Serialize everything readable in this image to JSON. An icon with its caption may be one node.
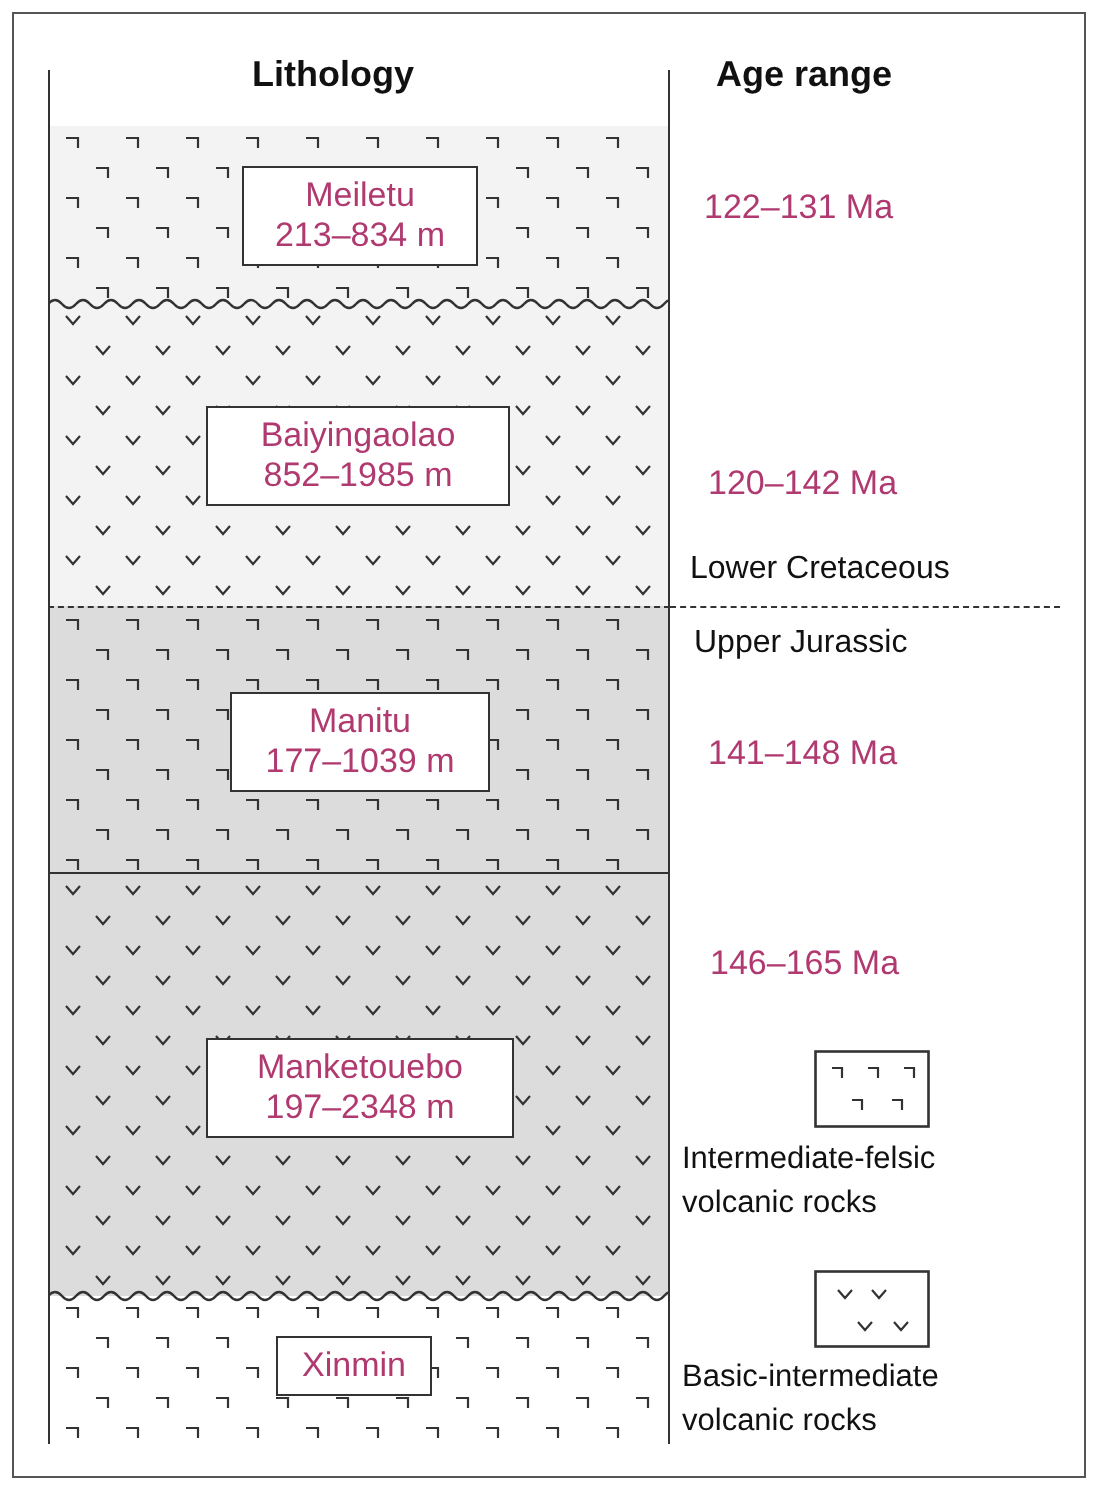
{
  "diagram": {
    "nodes": [
      {
        "text": [],
        "shape": "band"
      },
      {
        "text": [
          "Meiletu",
          "213–834 m"
        ],
        "in": 0
      },
      {
        "text": [],
        "shape": "band"
      },
      {
        "text": [
          "Baiyingaolao",
          "852–1985 m"
        ],
        "in": 2
      },
      {
        "text": [],
        "shape": "band"
      },
      {
        "text": [
          "Manitu",
          "177–1039 m"
        ],
        "in": 4
      },
      {
        "text": [],
        "shape": "band"
      },
      {
        "text": [
          "Manketouebo",
          "197–2348 m"
        ],
        "in": 6
      },
      {
        "text": [],
        "shape": "band"
      },
      {
        "text": [
          "Xinmin"
        ],
        "in": 8
      }
    ],
    "edges": [],
    "labels": [
      "Lithology",
      "Age range",
      "122–131 Ma",
      "120–142 Ma",
      "Lower Cretaceous",
      "Upper Jurassic",
      "141–148 Ma",
      "146–165 Ma"
    ],
    "legend": [
      {
        "text": "Intermediate-felsic volcanic rocks"
      },
      {
        "text": "Basic-intermediate volcanic rocks"
      }
    ]
  }
}
